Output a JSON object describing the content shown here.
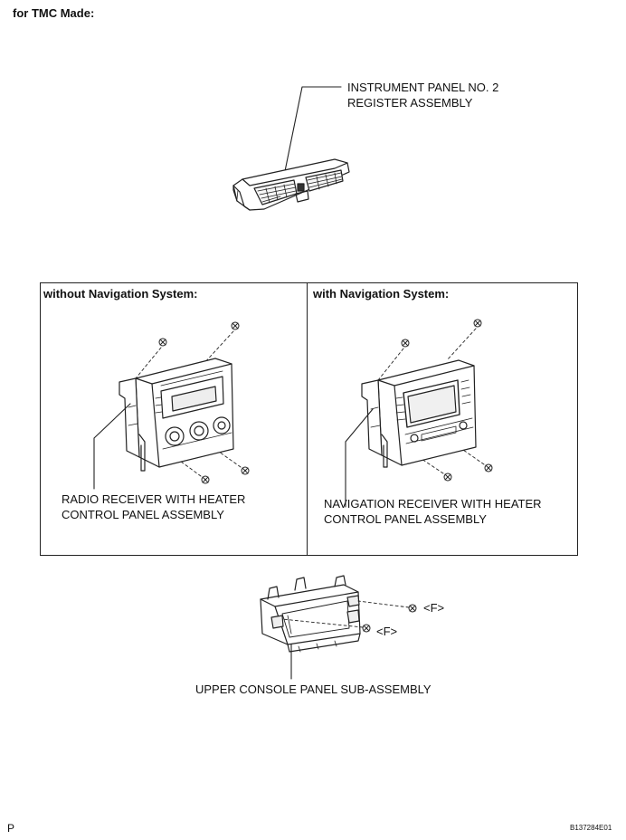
{
  "header": {
    "title": "for TMC Made:"
  },
  "register": {
    "line1": "INSTRUMENT PANEL NO. 2",
    "line2": "REGISTER ASSEMBLY"
  },
  "panel_left": {
    "title": "without Navigation System:",
    "label_line1": "RADIO RECEIVER WITH HEATER",
    "label_line2": "CONTROL PANEL ASSEMBLY"
  },
  "panel_right": {
    "title": "with Navigation System:",
    "label_line1": "NAVIGATION RECEIVER WITH HEATER",
    "label_line2": "CONTROL PANEL ASSEMBLY"
  },
  "console": {
    "clip_label_1": "<F>",
    "clip_label_2": "<F>",
    "label": "UPPER CONSOLE PANEL SUB-ASSEMBLY"
  },
  "footer": {
    "page_letter": "P",
    "figure_code": "B137284E01"
  }
}
